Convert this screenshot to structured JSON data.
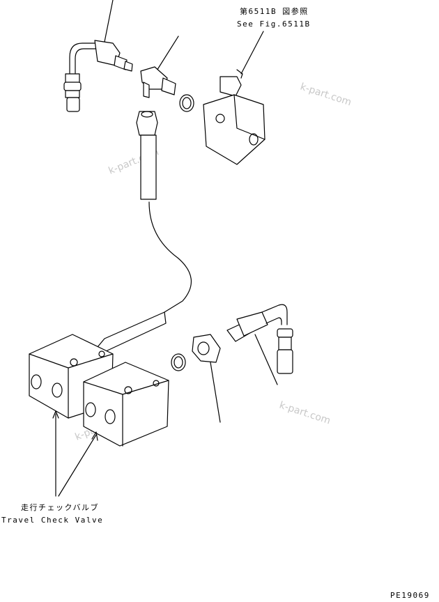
{
  "callouts": {
    "ref_fig_jp": "第6511B 図参照",
    "ref_fig_en": "See Fig.6511B",
    "travel_valve_jp": "走行チェックバルブ",
    "travel_valve_en": "Travel Check Valve"
  },
  "drawing_number": "PE19069",
  "watermarks": [
    "k-part.com",
    "k-part.com",
    "k-part.com",
    "k-part.com"
  ],
  "colors": {
    "line": "#000000",
    "watermark": "#c8c8c8",
    "background": "#ffffff"
  }
}
